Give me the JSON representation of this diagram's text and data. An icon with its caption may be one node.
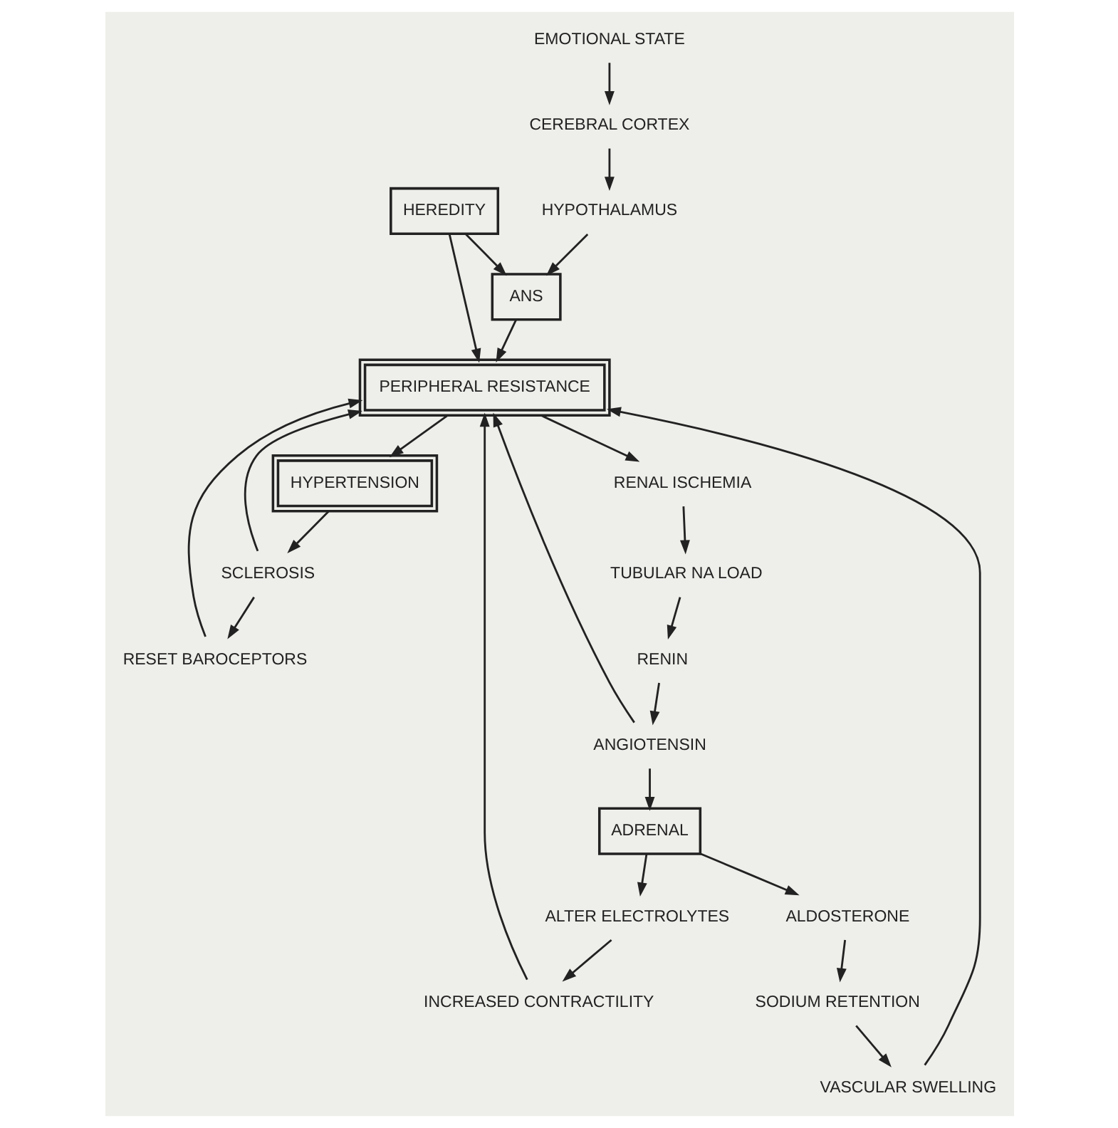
{
  "diagram": {
    "nodes": [
      {
        "text": [
          "EMOTIONAL STATE"
        ]
      },
      {
        "text": [
          "CEREBRAL CORTEX"
        ]
      },
      {
        "text": [
          "HYPOTHALAMUS"
        ]
      },
      {
        "text": [
          "RESET BAROCEPTORS"
        ]
      },
      {
        "text": [
          "HEREDITY"
        ]
      },
      {
        "text": [
          "SCLEROSIS"
        ]
      },
      {
        "text": [
          "ANS"
        ]
      },
      {
        "text": [
          "PERIPHERAL RESISTANCE"
        ]
      },
      {
        "text": [
          "HYPERTENSION"
        ]
      },
      {
        "text": [
          "VASCULAR SWELLING"
        ]
      },
      {
        "text": [
          "RENAL ISCHEMIA"
        ]
      },
      {
        "text": [
          "SODIUM RETENTION"
        ]
      },
      {
        "text": [
          "INCREASED CONTRACTILITY"
        ]
      },
      {
        "text": [
          "ANGIOTENSIN"
        ]
      },
      {
        "text": [
          "TUBULAR NA LOAD"
        ]
      },
      {
        "text": [
          "ALTER ELECTROLYTES"
        ]
      },
      {
        "text": [
          "ALDOSTERONE"
        ]
      },
      {
        "text": [
          "RENIN"
        ]
      },
      {
        "text": [
          "ADRENAL"
        ]
      }
    ],
    "edges": [
      {
        "from": 0,
        "to": 1,
        "arrow": "to"
      },
      {
        "from": 1,
        "to": 2,
        "arrow": "to"
      },
      {
        "from": 2,
        "to": 6,
        "arrow": "to"
      },
      {
        "from": 4,
        "to": 6,
        "arrow": "to"
      },
      {
        "from": 4,
        "to": 7,
        "arrow": "to"
      },
      {
        "from": 3,
        "to": 7,
        "arrow": "to"
      },
      {
        "from": 5,
        "to": 7,
        "arrow": "to"
      },
      {
        "from": 5,
        "to": 3,
        "arrow": "to"
      },
      {
        "from": 6,
        "to": 7,
        "arrow": "to"
      },
      {
        "from": 7,
        "to": 8,
        "arrow": "to"
      },
      {
        "from": 8,
        "to": 5,
        "arrow": "to"
      },
      {
        "from": 7,
        "to": 10,
        "arrow": "to"
      },
      {
        "from": 10,
        "to": 14,
        "arrow": "to"
      },
      {
        "from": 14,
        "to": 17,
        "arrow": "to"
      },
      {
        "from": 17,
        "to": 13,
        "arrow": "to"
      },
      {
        "from": 13,
        "to": 7,
        "arrow": "to"
      },
      {
        "from": 13,
        "to": 18,
        "arrow": "to"
      },
      {
        "from": 18,
        "to": 16,
        "arrow": "to"
      },
      {
        "from": 16,
        "to": 11,
        "arrow": "to"
      },
      {
        "from": 11,
        "to": 9,
        "arrow": "to"
      },
      {
        "from": 9,
        "to": 7,
        "arrow": "to"
      },
      {
        "from": 18,
        "to": 15,
        "arrow": "to"
      },
      {
        "from": 15,
        "to": 12,
        "arrow": "to"
      },
      {
        "from": 12,
        "to": 7,
        "arrow": "to"
      }
    ]
  }
}
